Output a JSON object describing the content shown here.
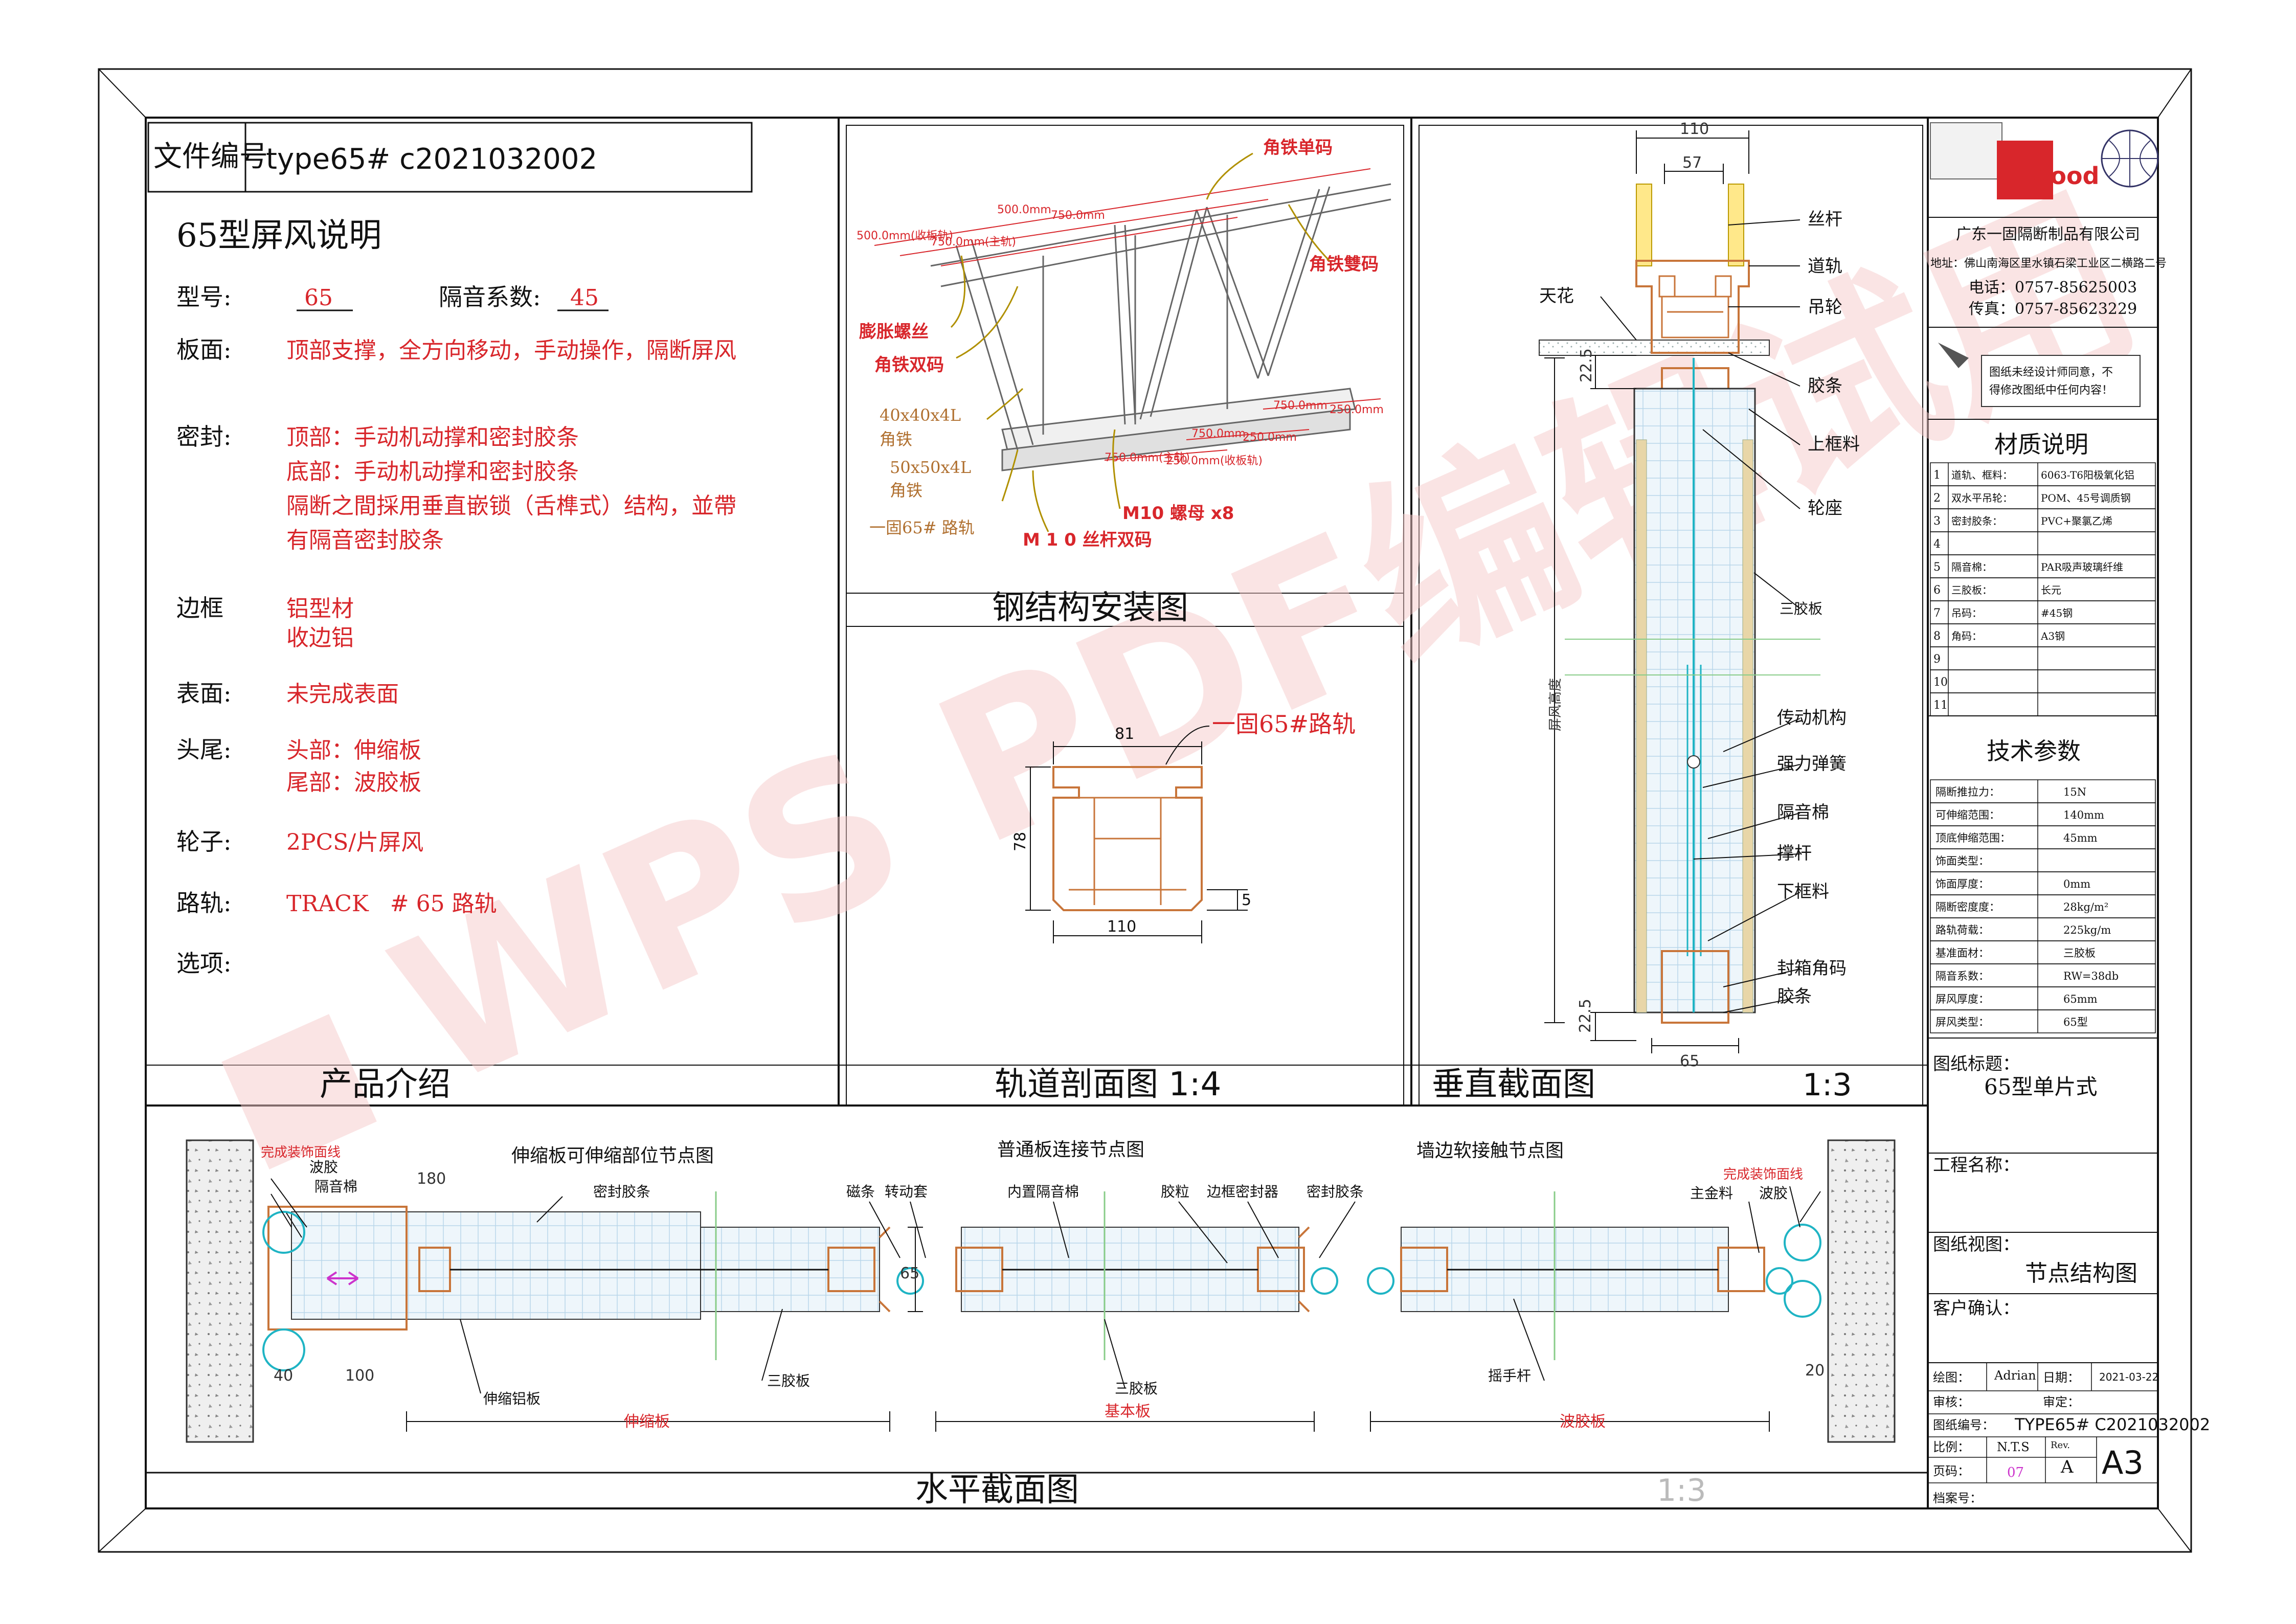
{
  "doc_number": {
    "label": "文件编号",
    "value": "type65# c2021032002"
  },
  "spec": {
    "title": "65型屏风说明",
    "model_label": "型号:",
    "model_value": "65",
    "sound_label": "隔音系数:",
    "sound_value": "45",
    "panel_label": "板面:",
    "panel_value": "顶部支撑，全方向移动，手动操作，隔断屏风",
    "seal_label": "密封:",
    "seal_lines": [
      "顶部：手动机动撑和密封胶条",
      "底部：手动机动撑和密封胶条",
      "隔断之間採用垂直嵌锁（舌榫式）结构，並帶",
      "有隔音密封胶条"
    ],
    "frame_label": "边框",
    "frame_lines": [
      "铝型材",
      "收边铝"
    ],
    "surface_label": "表面:",
    "surface_value": "未完成表面",
    "headtail_label": "头尾:",
    "headtail_lines": [
      "头部：伸缩板",
      "尾部：波胶板"
    ],
    "wheel_label": "轮子:",
    "wheel_value": "2PCS/片屏风",
    "track_label": "路轨:",
    "track_value": "TRACK   # 65 路轨",
    "option_label": "选项:"
  },
  "section_titles": {
    "intro": "产品介绍",
    "steel": "钢结构安装图",
    "track": "轨道剖面图 1:4",
    "vertical": "垂直截面图",
    "vertical_scale": "1:3",
    "horizontal": "水平截面图",
    "horizontal_scale": "1:3"
  },
  "steel": {
    "red_labels": [
      "角铁单码",
      "角铁雙码",
      "膨胀螺丝",
      "角铁双码",
      "M10 螺母 x8",
      "M 1 0 丝杆双码"
    ],
    "red_dims": [
      "500.0mm",
      "750.0mm",
      "500.0mm(收板轨)",
      "750.0mm(主轨)",
      "750.0mm",
      "250.0mm",
      "750.0mm",
      "250.0mm",
      "750.0mm(主轨)",
      "250.0mm(收板轨)"
    ],
    "brown_labels": [
      "40x40x4L",
      "角铁",
      "50x50x4L",
      "角铁",
      "一固65# 路轨"
    ]
  },
  "track_section": {
    "label": "一固65#路轨",
    "dims": [
      "81",
      "78",
      "5",
      "110"
    ]
  },
  "vertical": {
    "dims": [
      "110",
      "57",
      "22.5",
      "屏风高度",
      "22.5",
      "65"
    ],
    "left_label": "天花",
    "labels": [
      "丝杆",
      "道轨",
      "吊轮",
      "胶条",
      "上框料",
      "轮座",
      "三胶板",
      "传动机构",
      "强力弹簧",
      "隔音棉",
      "撑杆",
      "下框料",
      "封箱角码",
      "胶条"
    ]
  },
  "horizontal": {
    "sub_titles": [
      "伸缩板可伸缩部位节点图",
      "普通板连接节点图",
      "墙边软接触节点图"
    ],
    "left_labels": [
      "完成装饰面线",
      "波胶",
      "隔音棉",
      "密封胶条",
      "伸缩铝板",
      "三胶板"
    ],
    "mid_labels": [
      "磁条",
      "转动套",
      "内置隔音棉",
      "胶粒",
      "边框密封器",
      "密封胶条",
      "三胶板"
    ],
    "right_labels": [
      "完成装饰面线",
      "主金料",
      "波胶",
      "摇手杆"
    ],
    "dims": [
      "180",
      "40",
      "100",
      "65",
      "20"
    ],
    "spans": [
      "伸缩板",
      "基本板",
      "波胶板"
    ]
  },
  "title_block": {
    "company": "广东一固隔断制品有限公司",
    "address": "地址：佛山南海区里水镇石梁工业区二横路二号",
    "phone": "电话：0757-85625003",
    "fax": "传真：0757-85623229",
    "logo_text": "Egood",
    "notice": [
      "图纸未经设计师同意，不",
      "得修改图纸中任何内容！"
    ],
    "materials_title": "材质说明",
    "materials": [
      [
        "1",
        "道轨、框料：",
        "6063-T6阳极氧化铝"
      ],
      [
        "2",
        "双水平吊轮：",
        "POM、45号调质钢"
      ],
      [
        "3",
        "密封胶条：",
        "PVC+聚氯乙烯"
      ],
      [
        "4",
        "",
        ""
      ],
      [
        "5",
        "隔音棉：",
        "PAR吸声玻璃纤维"
      ],
      [
        "6",
        "三胶板：",
        "长元"
      ],
      [
        "7",
        "吊码：",
        "#45钢"
      ],
      [
        "8",
        "角码：",
        "A3钢"
      ],
      [
        "9",
        "",
        ""
      ],
      [
        "10",
        "",
        ""
      ],
      [
        "11",
        "",
        ""
      ]
    ],
    "tech_title": "技术参数",
    "tech": [
      [
        "隔断推拉力：",
        "15N"
      ],
      [
        "可伸缩范围：",
        "140mm"
      ],
      [
        "顶底伸缩范围：",
        "45mm"
      ],
      [
        "饰面类型：",
        ""
      ],
      [
        "饰面厚度：",
        "0mm"
      ],
      [
        "隔断密度度：",
        "28kg/m²"
      ],
      [
        "路轨荷载：",
        "225kg/m"
      ],
      [
        "基准面材：",
        "三胶板"
      ],
      [
        "隔音系数：",
        "RW=38db"
      ],
      [
        "屏风厚度：",
        "65mm"
      ],
      [
        "屏风类型：",
        "65型"
      ]
    ],
    "drawing_title_label": "图纸标题：",
    "drawing_title": "65型单片式",
    "project_label": "工程名称：",
    "view_label": "图纸视图：",
    "view_value": "节点结构图",
    "client_label": "客户确认：",
    "drawn_label": "绘图：",
    "drawn_value": "Adrian",
    "date_label": "日期：",
    "date_value": "2021-03-22",
    "check_label": "审核：",
    "approve_label": "审定：",
    "number_label": "图纸编号：",
    "number_value": "TYPE65# C2021032002",
    "scale_label": "比例：",
    "scale_value": "N.T.S",
    "rev_label": "Rev.",
    "rev_value": "A",
    "size_value": "A3",
    "page_label": "页码：",
    "page_value": "07",
    "archive_label": "档案号："
  },
  "watermark": "WPS PDF编辑试用",
  "colors": {
    "red": "#d8262b",
    "profile": "#c8753a",
    "cyan": "#1fb4c4",
    "watermark": "#f4c9c9"
  }
}
